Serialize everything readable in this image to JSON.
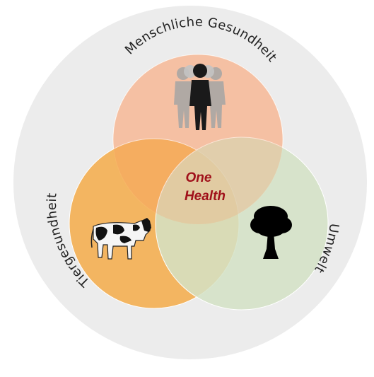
{
  "diagram": {
    "center_label_line1": "One",
    "center_label_line2": "Health",
    "domains": [
      {
        "key": "human",
        "label": "Menschliche Gesundheit",
        "icon": "people-icon",
        "color": "#f7c6ad"
      },
      {
        "key": "animal",
        "label": "Tiergesundheit",
        "icon": "cow-icon",
        "color": "#f5a83e"
      },
      {
        "key": "environment",
        "label": "Umwelt",
        "icon": "tree-icon",
        "color": "#d3e2c6"
      }
    ],
    "colors": {
      "outer_ring": "#ececec",
      "center_text": "#a0101a",
      "icon_human": "#9a9a9a",
      "icon_human_front": "#1a1a1a",
      "icon_tree": "#000000"
    }
  }
}
